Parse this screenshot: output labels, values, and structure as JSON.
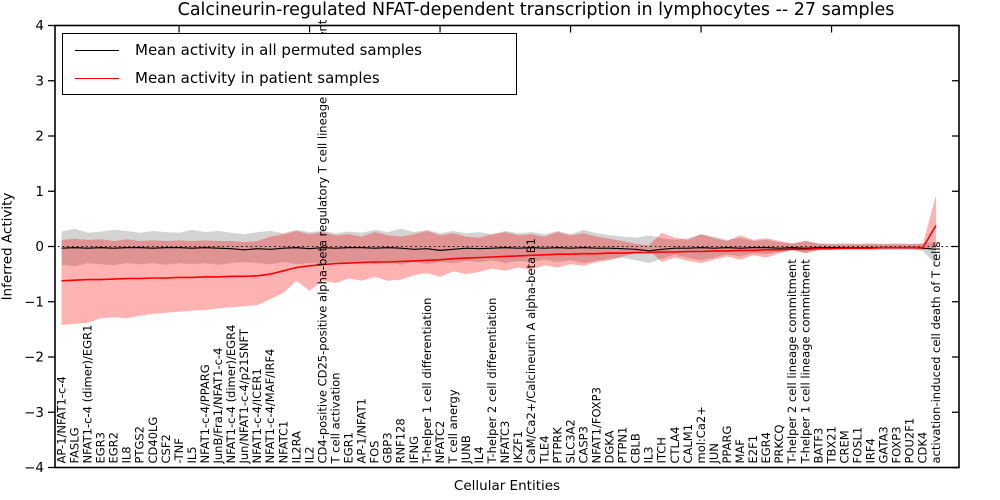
{
  "title": "Calcineurin-regulated NFAT-dependent transcription in lymphocytes -- 27 samples",
  "axes": {
    "xlabel": "Cellular Entities",
    "ylabel": "Inferred Activity",
    "ytick_labels": [
      "4",
      "3",
      "2",
      "1",
      "0",
      "−1",
      "−2",
      "−3",
      "−4"
    ]
  },
  "legend": {
    "items": [
      {
        "label": "Mean activity in all permuted samples",
        "color": "#000000"
      },
      {
        "label": "Mean activity in patient samples",
        "color": "#ff0000"
      }
    ]
  },
  "colors": {
    "permuted_line": "#000000",
    "patient_line": "#ff0000",
    "permuted_band": "rgba(128,128,128,0.35)",
    "patient_band": "rgba(255,0,0,0.30)",
    "zero_line": "#000000",
    "axis": "#000000"
  },
  "chart_data": {
    "type": "line",
    "title": "Calcineurin-regulated NFAT-dependent transcription in lymphocytes -- 27 samples",
    "xlabel": "Cellular Entities",
    "ylabel": "Inferred Activity",
    "ylim": [
      -4,
      4
    ],
    "yticks": [
      4,
      3,
      2,
      1,
      0,
      -1,
      -2,
      -3,
      -4
    ],
    "grid": false,
    "legend_position": "upper left",
    "zero_reference_line": {
      "value": 0,
      "style": "dotted",
      "color": "#000000"
    },
    "categories": [
      "AP-1/NFAT1-c-4",
      "FASLG",
      "NFAT1-c-4 (dimer)/EGR1",
      "EGR3",
      "EGR2",
      "IL8",
      "PTGS2",
      "CD40LG",
      "CSF2",
      "-TNF",
      "IL5",
      "NFAT1-c-4/PPARG",
      "JunB/Fra1/NFAT1-c-4",
      "NFAT1-c-4 (dimer)/EGR4",
      "Jun/NFAT1-c-4/p21SNFT",
      "NFAT1-c-4/ICER1",
      "NFAT1-c-4/MAF/IRF4",
      "NFATC1",
      "IL2RA",
      "IL2",
      "CD4-positive CD25-positive alpha-beta regulatory T cell lineage commitment",
      "T cell activation",
      "EGR1",
      "AP-1/NFAT1",
      "FOS",
      "GBP3",
      "RNF128",
      "IFNG",
      "T-helper 1 cell differentiation",
      "NFATC2",
      "T cell anergy",
      "JUNB",
      "IL4",
      "T-helper 2 cell differentiation",
      "NFATC3",
      "IKZF1",
      "CaM/Ca2+/Calcineurin A alpha-beta B1",
      "TLE4",
      "PTPRK",
      "SLC3A2",
      "CASP3",
      "NFAT1/FOXP3",
      "DGKA",
      "PTPN1",
      "CBLB",
      "IL3",
      "ITCH",
      "CTLA4",
      "CALM1",
      "mol:Ca2+",
      "JUN",
      "PPARG",
      "MAF",
      "E2F1",
      "EGR4",
      "PRKCQ",
      "T-helper 2 cell lineage commitment",
      "T-helper 1 cell lineage commitment",
      "BATF3",
      "TBX21",
      "CREM",
      "FOSL1",
      "IRF4",
      "GATA3",
      "FOXP3",
      "POU2F1",
      "CDK4",
      "activation-induced cell death of T cells"
    ],
    "series": [
      {
        "name": "Mean activity in all permuted samples",
        "kind": "line",
        "color": "#000000",
        "values": [
          -0.03,
          -0.02,
          -0.03,
          -0.02,
          -0.03,
          -0.02,
          -0.02,
          -0.03,
          -0.02,
          -0.02,
          -0.03,
          -0.02,
          -0.03,
          -0.04,
          -0.06,
          -0.04,
          -0.05,
          -0.03,
          -0.02,
          -0.04,
          -0.02,
          -0.03,
          -0.02,
          -0.02,
          -0.03,
          -0.02,
          -0.03,
          -0.05,
          -0.04,
          -0.07,
          -0.05,
          -0.03,
          -0.04,
          -0.03,
          -0.02,
          -0.03,
          -0.02,
          -0.03,
          -0.02,
          -0.03,
          -0.02,
          -0.03,
          -0.03,
          -0.04,
          -0.05,
          -0.08,
          -0.05,
          -0.03,
          -0.03,
          -0.02,
          -0.03,
          -0.02,
          -0.03,
          -0.02,
          -0.02,
          -0.03,
          -0.02,
          -0.03,
          -0.02,
          -0.02,
          -0.02,
          -0.02,
          -0.02,
          -0.02,
          -0.02,
          -0.02,
          -0.03,
          -0.05
        ]
      },
      {
        "name": "Mean activity in patient samples",
        "kind": "line",
        "color": "#ff0000",
        "values": [
          -0.62,
          -0.61,
          -0.6,
          -0.6,
          -0.59,
          -0.58,
          -0.58,
          -0.57,
          -0.57,
          -0.56,
          -0.56,
          -0.55,
          -0.55,
          -0.54,
          -0.54,
          -0.53,
          -0.5,
          -0.44,
          -0.38,
          -0.35,
          -0.33,
          -0.31,
          -0.3,
          -0.29,
          -0.28,
          -0.28,
          -0.27,
          -0.26,
          -0.25,
          -0.24,
          -0.22,
          -0.21,
          -0.2,
          -0.19,
          -0.18,
          -0.17,
          -0.16,
          -0.15,
          -0.14,
          -0.14,
          -0.13,
          -0.13,
          -0.12,
          -0.12,
          -0.11,
          -0.11,
          -0.1,
          -0.1,
          -0.09,
          -0.09,
          -0.08,
          -0.08,
          -0.07,
          -0.07,
          -0.06,
          -0.06,
          -0.05,
          -0.05,
          -0.04,
          -0.04,
          -0.03,
          -0.03,
          -0.03,
          -0.02,
          -0.02,
          -0.02,
          -0.02,
          0.38
        ]
      },
      {
        "name": "Permuted samples band",
        "kind": "band",
        "color": "rgba(128,128,128,0.35)",
        "upper": [
          0.27,
          0.32,
          0.25,
          0.27,
          0.3,
          0.28,
          0.25,
          0.28,
          0.26,
          0.25,
          0.3,
          0.26,
          0.28,
          0.25,
          0.22,
          0.26,
          0.28,
          0.24,
          0.3,
          0.26,
          0.28,
          0.24,
          0.27,
          0.25,
          0.3,
          0.26,
          0.32,
          0.26,
          0.3,
          0.24,
          0.28,
          0.24,
          0.26,
          0.22,
          0.28,
          0.24,
          0.26,
          0.22,
          0.28,
          0.22,
          0.3,
          0.24,
          0.2,
          0.18,
          0.16,
          0.2,
          0.15,
          0.12,
          0.15,
          0.22,
          0.18,
          0.12,
          0.16,
          0.1,
          0.12,
          0.08,
          0.06,
          0.1,
          0.06,
          0.05,
          0.06,
          0.05,
          0.06,
          0.05,
          0.06,
          0.05,
          0.06,
          0.08
        ],
        "lower": [
          -0.33,
          -0.36,
          -0.3,
          -0.32,
          -0.34,
          -0.3,
          -0.32,
          -0.3,
          -0.33,
          -0.3,
          -0.32,
          -0.3,
          -0.33,
          -0.3,
          -0.28,
          -0.3,
          -0.32,
          -0.28,
          -0.32,
          -0.3,
          -0.3,
          -0.28,
          -0.3,
          -0.28,
          -0.32,
          -0.28,
          -0.33,
          -0.28,
          -0.32,
          -0.28,
          -0.3,
          -0.26,
          -0.28,
          -0.25,
          -0.3,
          -0.26,
          -0.28,
          -0.24,
          -0.28,
          -0.25,
          -0.3,
          -0.26,
          -0.22,
          -0.2,
          -0.25,
          -0.3,
          -0.22,
          -0.15,
          -0.2,
          -0.25,
          -0.2,
          -0.14,
          -0.18,
          -0.12,
          -0.14,
          -0.1,
          -0.07,
          -0.12,
          -0.07,
          -0.06,
          -0.06,
          -0.06,
          -0.06,
          -0.06,
          -0.06,
          -0.06,
          -0.08,
          -0.33
        ]
      },
      {
        "name": "Patient samples band",
        "kind": "band",
        "color": "rgba(255,0,0,0.30)",
        "upper": [
          0.12,
          0.14,
          0.12,
          0.13,
          0.1,
          0.13,
          0.1,
          0.11,
          0.1,
          0.11,
          0.1,
          0.11,
          0.1,
          0.1,
          0.08,
          0.1,
          0.18,
          0.22,
          0.28,
          0.22,
          0.26,
          0.2,
          0.22,
          0.18,
          0.26,
          0.2,
          0.18,
          0.22,
          0.28,
          0.2,
          0.24,
          0.18,
          0.16,
          0.22,
          0.26,
          0.2,
          0.22,
          0.18,
          0.26,
          0.2,
          0.24,
          0.18,
          0.14,
          0.1,
          0.05,
          0.02,
          0.25,
          0.16,
          0.12,
          0.22,
          0.15,
          0.1,
          0.2,
          0.12,
          0.15,
          0.1,
          0.05,
          0.1,
          0.05,
          0.04,
          0.04,
          0.04,
          0.04,
          0.04,
          0.04,
          0.04,
          0.05,
          0.93
        ],
        "lower": [
          -1.42,
          -1.4,
          -1.38,
          -1.3,
          -1.28,
          -1.3,
          -1.25,
          -1.22,
          -1.2,
          -1.18,
          -1.16,
          -1.15,
          -1.12,
          -1.1,
          -1.08,
          -1.06,
          -0.95,
          -0.84,
          -0.62,
          -0.8,
          -0.62,
          -0.66,
          -0.58,
          -0.62,
          -0.55,
          -0.62,
          -0.6,
          -0.52,
          -0.48,
          -0.55,
          -0.45,
          -0.5,
          -0.46,
          -0.4,
          -0.44,
          -0.38,
          -0.42,
          -0.34,
          -0.38,
          -0.32,
          -0.35,
          -0.28,
          -0.25,
          -0.18,
          -0.12,
          -0.06,
          -0.28,
          -0.2,
          -0.26,
          -0.3,
          -0.24,
          -0.18,
          -0.24,
          -0.16,
          -0.2,
          -0.12,
          -0.06,
          -0.12,
          -0.06,
          -0.05,
          -0.05,
          -0.05,
          -0.05,
          -0.05,
          -0.05,
          -0.05,
          -0.06,
          -0.02
        ]
      }
    ]
  }
}
